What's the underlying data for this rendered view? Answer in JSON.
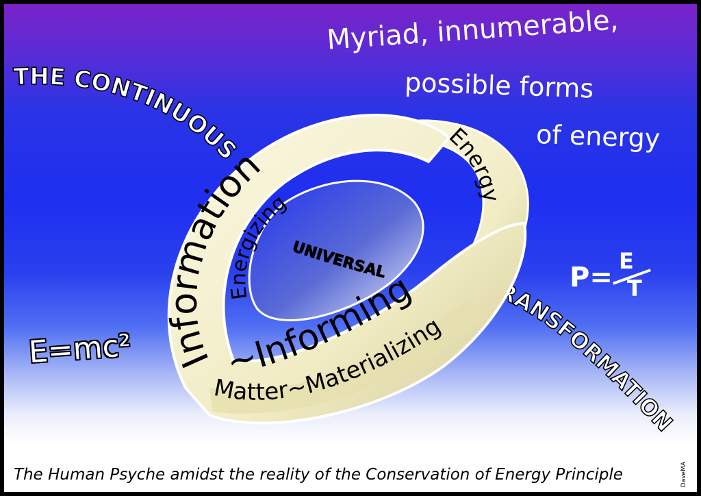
{
  "artwork": {
    "headline_left": "THE CONTINUOUS",
    "headline_right": "TRANSFORMATION",
    "top_right_note": [
      "Myriad, innumerable,",
      "possible forms",
      "of energy"
    ],
    "formula_left": "E=mc²",
    "formula_right_p": "P=",
    "formula_right_numerator": "E",
    "formula_right_denominator": "T",
    "ring": {
      "outer_word": "Information",
      "energy_word": "Energy",
      "energizing_word": "Energizing",
      "universal_word": "UNIVERSAL",
      "informing_word": "~Informing",
      "matter_word": "Matter~Materializing"
    },
    "caption": "The Human Psyche amidst the reality of the Conservation of Energy Principle",
    "signature": "DaveMA",
    "colors": {
      "sky_top": "#7a22c8",
      "sky_mid": "#1e2ff0",
      "ground": "#ffffff",
      "ribbon": "#f1ecc4",
      "ribbon_shadow": "#cfc79a"
    }
  }
}
